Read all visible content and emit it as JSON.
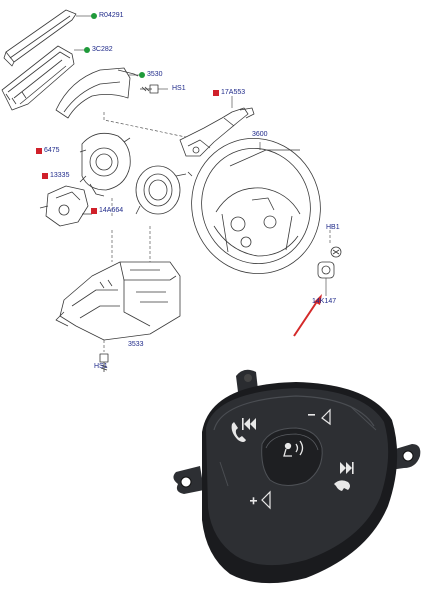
{
  "colors": {
    "line": "#3a3a3a",
    "label_text": "#1f2a8a",
    "marker_green": "#1f9a3a",
    "marker_red": "#d0202a",
    "arrow_red": "#d42a2a",
    "module_body": "#2d2f33",
    "module_dark": "#1a1b1e"
  },
  "parts": [
    {
      "id": "R04291",
      "label": "R04291",
      "marker": "green"
    },
    {
      "id": "3C282",
      "label": "3C282",
      "marker": "green"
    },
    {
      "id": "3530",
      "label": "3530",
      "marker": "green"
    },
    {
      "id": "HS1-top",
      "label": "HS1",
      "marker": "none"
    },
    {
      "id": "17A553",
      "label": "17A553",
      "marker": "red"
    },
    {
      "id": "3600",
      "label": "3600",
      "marker": "none"
    },
    {
      "id": "6475",
      "label": "6475",
      "marker": "red"
    },
    {
      "id": "13335",
      "label": "13335",
      "marker": "red"
    },
    {
      "id": "14A664",
      "label": "14A664",
      "marker": "red"
    },
    {
      "id": "HB1",
      "label": "HB1",
      "marker": "none"
    },
    {
      "id": "14K147",
      "label": "14K147",
      "marker": "none"
    },
    {
      "id": "3533",
      "label": "3533",
      "marker": "none"
    },
    {
      "id": "HS1-bottom",
      "label": "HS1",
      "marker": "none"
    }
  ],
  "module_icons": [
    "phone-icon",
    "skip-back-icon",
    "voice-icon",
    "volume-down-icon",
    "skip-forward-icon",
    "hang-up-icon",
    "volume-up-icon"
  ]
}
